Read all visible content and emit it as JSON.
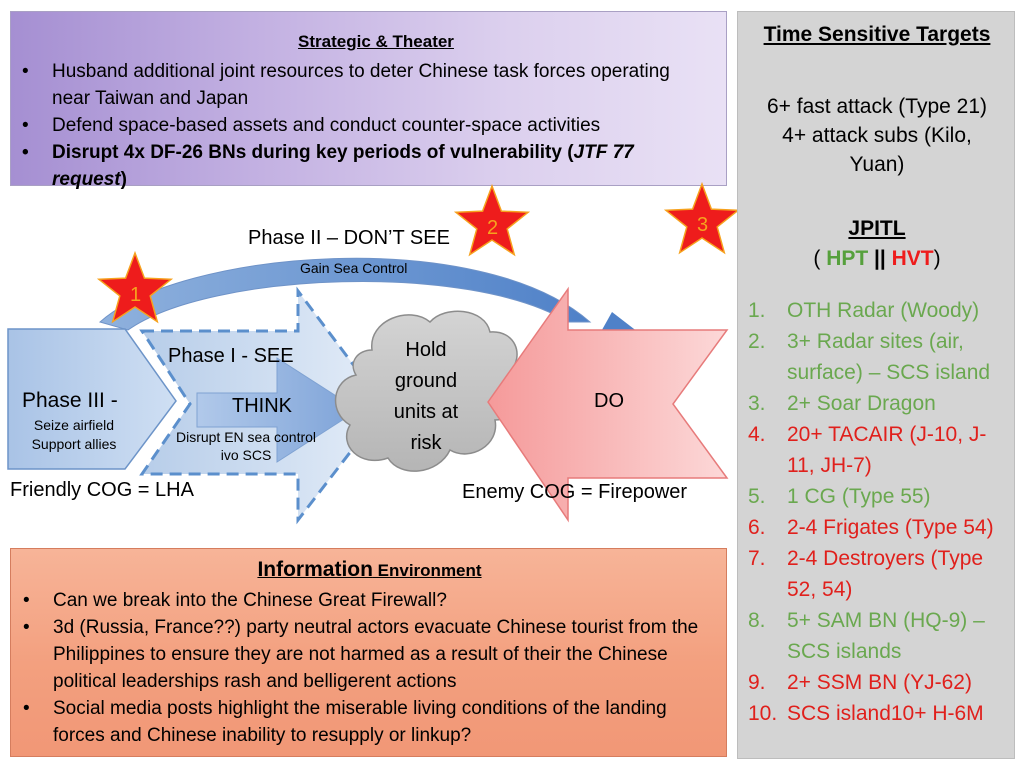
{
  "strategic": {
    "title": "Strategic & Theater",
    "bullets": [
      "Husband additional joint resources to deter Chinese task forces operating near Taiwan and Japan",
      "Defend space-based assets and conduct counter-space activities"
    ],
    "bold_bullet_main": "Disrupt 4x DF-26 BNs during key periods of vulnerability (",
    "bold_bullet_italic": "JTF 77 request",
    "bold_bullet_end": ")"
  },
  "tst": {
    "title": "Time Sensitive Targets",
    "lines": [
      "6+ fast attack (Type 21)",
      "4+ attack subs (Kilo,",
      "Yuan)"
    ],
    "jpitl_title": "JPITL",
    "legend_open": "( ",
    "legend_hpt": "HPT",
    "legend_sep": " || ",
    "legend_hvt": "HVT",
    "legend_close": ")",
    "jpitl_items": [
      {
        "num": "1.",
        "text": "OTH Radar (Woody)",
        "category": "HPT"
      },
      {
        "num": "2.",
        "text": "3+ Radar sites (air, surface) – SCS island",
        "category": "HPT"
      },
      {
        "num": "3.",
        "text": "2+ Soar Dragon",
        "category": "HPT"
      },
      {
        "num": "4.",
        "text": "20+ TACAIR (J-10, J-11, JH-7)",
        "category": "HVT"
      },
      {
        "num": "5.",
        "text": "1 CG (Type 55)",
        "category": "HPT"
      },
      {
        "num": "6.",
        "text": "2-4 Frigates (Type 54)",
        "category": "HVT"
      },
      {
        "num": "7.",
        "text": "2-4 Destroyers (Type 52, 54)",
        "category": "HVT"
      },
      {
        "num": "8.",
        "text": "5+ SAM BN (HQ-9) – SCS islands",
        "category": "HPT"
      },
      {
        "num": "9.",
        "text": "2+ SSM BN (YJ-62)",
        "category": "HVT"
      },
      {
        "num": "10.",
        "text": "SCS island10+ H-6M",
        "category": "HVT"
      }
    ]
  },
  "diagram": {
    "phase2_label": "Phase II – DON’T SEE",
    "phase2_sub": "Gain Sea Control",
    "phase1_label": "Phase I - SEE",
    "think_label": "THINK",
    "think_sub_1": "Disrupt EN sea control",
    "think_sub_2": "ivo SCS",
    "phase3_label": "Phase III -",
    "phase3_sub_1": "Seize airfield",
    "phase3_sub_2": "Support allies",
    "cloud_lines": [
      "Hold",
      "ground",
      "units at",
      "risk"
    ],
    "do_label": "DO",
    "friendly_cog": "Friendly COG = LHA",
    "enemy_cog": "Enemy COG = Firepower",
    "stars": [
      "1",
      "2",
      "3"
    ]
  },
  "info": {
    "title_big": "Information",
    "title_small": " Environment",
    "bullets": [
      "Can we break into the Chinese Great Firewall?",
      "3d (Russia, France??) party neutral actors evacuate Chinese tourist from the Philippines to ensure they are not harmed as a result of their the Chinese political leaderships rash and belligerent actions",
      "Social media posts highlight the miserable living conditions of the landing forces and Chinese inability to resupply or linkup?"
    ]
  },
  "colors": {
    "hpt": "#6aa84f",
    "hvt": "#e0201c",
    "star_fill": "#ee1c1c",
    "star_number": "#f6a21e"
  }
}
